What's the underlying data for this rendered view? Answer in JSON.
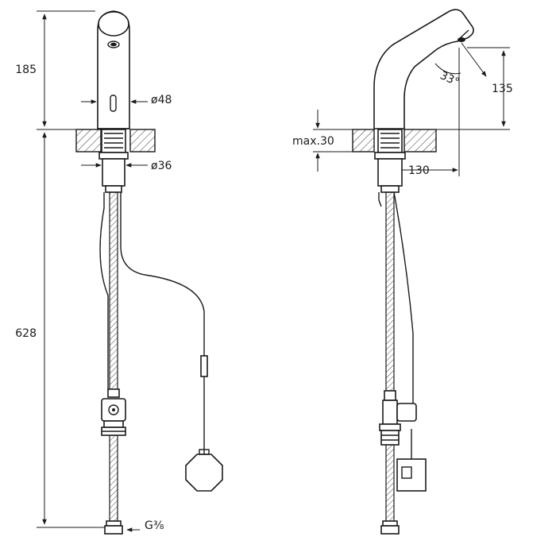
{
  "front_view": {
    "height_top": "185",
    "body_diameter": "ø48",
    "shank_diameter": "ø36",
    "total_height": "628",
    "connection_thread": "G⅜"
  },
  "side_view": {
    "sensor_angle": "33°",
    "spout_height": "135",
    "max_thickness": "max.30",
    "reach": "130"
  }
}
